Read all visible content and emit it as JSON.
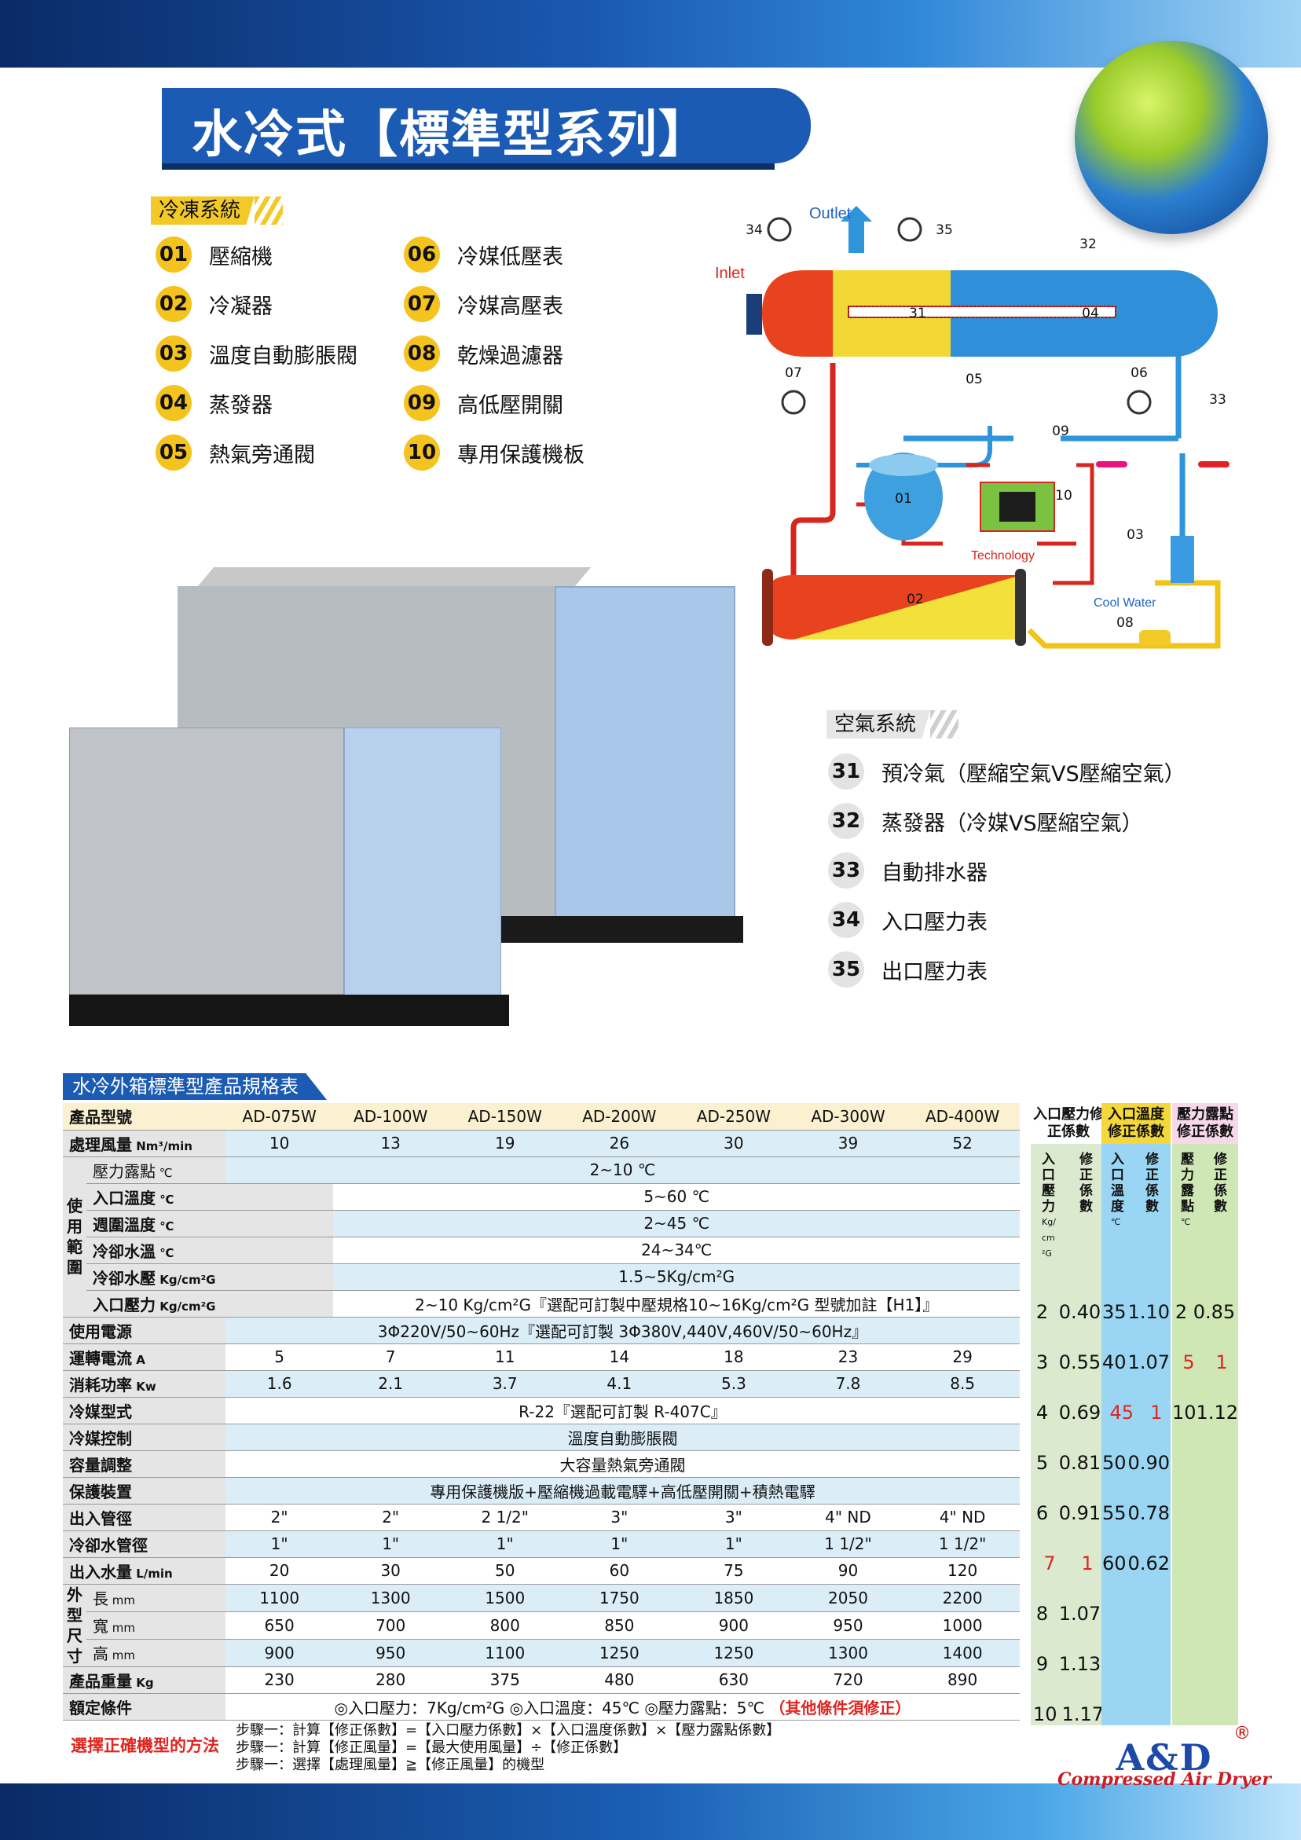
{
  "title": "水冷式【標準型系列】",
  "refrigeration_section": {
    "label": "冷凍系統",
    "items": [
      {
        "num": "01",
        "name": "壓縮機"
      },
      {
        "num": "02",
        "name": "冷凝器"
      },
      {
        "num": "03",
        "name": "溫度自動膨脹閥"
      },
      {
        "num": "04",
        "name": "蒸發器"
      },
      {
        "num": "05",
        "name": "熱氣旁通閥"
      },
      {
        "num": "06",
        "name": "冷媒低壓表"
      },
      {
        "num": "07",
        "name": "冷媒高壓表"
      },
      {
        "num": "08",
        "name": "乾燥過濾器"
      },
      {
        "num": "09",
        "name": "高低壓開關"
      },
      {
        "num": "10",
        "name": "專用保護機板"
      }
    ]
  },
  "air_section": {
    "label": "空氣系統",
    "items": [
      {
        "num": "31",
        "name": "預冷氣（壓縮空氣VS壓縮空氣）"
      },
      {
        "num": "32",
        "name": "蒸發器（冷媒VS壓縮空氣）"
      },
      {
        "num": "33",
        "name": "自動排水器"
      },
      {
        "num": "34",
        "name": "入口壓力表"
      },
      {
        "num": "35",
        "name": "出口壓力表"
      }
    ]
  },
  "diagram": {
    "outlet": "Outlet",
    "inlet": "Inlet",
    "technology": "Technology",
    "cool_water": "Cool Water",
    "labels": [
      "34",
      "35",
      "32",
      "31",
      "04",
      "07",
      "05",
      "06",
      "33",
      "09",
      "01",
      "10",
      "03",
      "02",
      "08"
    ]
  },
  "colors": {
    "title_blue": "#1c5bb3",
    "yellow": "#f4c31e",
    "table_blue": "#dbeef8",
    "header_cream": "#fbf1d0",
    "red": "#d7161e"
  },
  "table": {
    "caption": "水冷外箱標準型產品規格表",
    "model_label": "產品型號",
    "models": [
      "AD-075W",
      "AD-100W",
      "AD-150W",
      "AD-200W",
      "AD-250W",
      "AD-300W",
      "AD-400W"
    ],
    "flow_label": "處理風量",
    "flow_unit": "Nm³/min",
    "flow": [
      "10",
      "13",
      "19",
      "26",
      "30",
      "39",
      "52"
    ],
    "usage_group": "使用範圍",
    "usage": [
      {
        "label": "壓力露點",
        "unit": "℃",
        "value": "2~10 ℃"
      },
      {
        "label": "入口溫度",
        "unit": "℃",
        "value": "5~60 ℃"
      },
      {
        "label": "週圍溫度",
        "unit": "℃",
        "value": "2~45 ℃"
      },
      {
        "label": "冷卻水溫",
        "unit": "℃",
        "value": "24~34℃"
      },
      {
        "label": "冷卻水壓",
        "unit": "Kg/cm²G",
        "value": "1.5~5Kg/cm²G"
      },
      {
        "label": "入口壓力",
        "unit": "Kg/cm²G",
        "value": "2~10 Kg/cm²G『選配可訂製中壓規格10~16Kg/cm²G 型號加註【H1】』"
      }
    ],
    "power_label": "使用電源",
    "power": "3Φ220V/50~60Hz『選配可訂製 3Φ380V,440V,460V/50~60Hz』",
    "current_label": "運轉電流",
    "current_unit": "A",
    "current": [
      "5",
      "7",
      "11",
      "14",
      "18",
      "23",
      "29"
    ],
    "consumption_label": "消耗功率",
    "consumption_unit": "Kw",
    "consumption": [
      "1.6",
      "2.1",
      "3.7",
      "4.1",
      "5.3",
      "7.8",
      "8.5"
    ],
    "refrigerant_label": "冷媒型式",
    "refrigerant": "R-22『選配可訂製 R-407C』",
    "ref_control_label": "冷媒控制",
    "ref_control": "溫度自動膨脹閥",
    "capacity_label": "容量調整",
    "capacity": "大容量熱氣旁通閥",
    "protection_label": "保護裝置",
    "protection": "專用保護機版+壓縮機過載電驛+高低壓開關+積熱電驛",
    "pipe_label": "出入管徑",
    "pipe": [
      "2\"",
      "2\"",
      "2 1/2\"",
      "3\"",
      "3\"",
      "4\" ND",
      "4\" ND"
    ],
    "water_pipe_label": "冷卻水管徑",
    "water_pipe": [
      "1\"",
      "1\"",
      "1\"",
      "1\"",
      "1\"",
      "1 1/2\"",
      "1 1/2\""
    ],
    "water_flow_label": "出入水量",
    "water_flow_unit": "L/min",
    "water_flow": [
      "20",
      "30",
      "50",
      "60",
      "75",
      "90",
      "120"
    ],
    "dim_group": "外型尺寸",
    "length_label": "長",
    "width_label": "寬",
    "height_label": "高",
    "dim_unit": "mm",
    "length": [
      "1100",
      "1300",
      "1500",
      "1750",
      "1850",
      "2050",
      "2200"
    ],
    "width": [
      "650",
      "700",
      "800",
      "850",
      "900",
      "950",
      "1000"
    ],
    "height": [
      "900",
      "950",
      "1100",
      "1250",
      "1250",
      "1300",
      "1400"
    ],
    "weight_label": "產品重量",
    "weight_unit": "Kg",
    "weight": [
      "230",
      "280",
      "375",
      "480",
      "630",
      "720",
      "890"
    ],
    "rated_label": "額定條件",
    "rated": "◎入口壓力：7Kg/cm²G ◎入口溫度：45℃ ◎壓力露點：5℃",
    "rated_note": "（其他條件須修正）"
  },
  "correction": {
    "pressure": {
      "header": "入口壓力修正係數",
      "sub1": "入口壓力",
      "sub1_unit": "Kg/cm²G",
      "sub2": "修正係數",
      "rows": [
        [
          "2",
          "0.40"
        ],
        [
          "3",
          "0.55"
        ],
        [
          "4",
          "0.69"
        ],
        [
          "5",
          "0.81"
        ],
        [
          "6",
          "0.91"
        ],
        [
          "7",
          "1"
        ],
        [
          "8",
          "1.07"
        ],
        [
          "9",
          "1.13"
        ],
        [
          "10",
          "1.17"
        ]
      ]
    },
    "temperature": {
      "header": "入口溫度修正係數",
      "sub1": "入口溫度",
      "sub1_unit": "℃",
      "sub2": "修正係數",
      "rows": [
        [
          "35",
          "1.10"
        ],
        [
          "40",
          "1.07"
        ],
        [
          "45",
          "1"
        ],
        [
          "50",
          "0.90"
        ],
        [
          "55",
          "0.78"
        ],
        [
          "60",
          "0.62"
        ]
      ]
    },
    "dewpoint": {
      "header": "壓力露點修正係數",
      "sub1": "壓力露點",
      "sub1_unit": "℃",
      "sub2": "修正係數",
      "rows": [
        [
          "2",
          "0.85"
        ],
        [
          "5",
          "1"
        ],
        [
          "10",
          "1.12"
        ]
      ]
    }
  },
  "method": {
    "label": "選擇正確機型的方法",
    "steps": [
      "步驟一：計算【修正係數】=【入口壓力係數】×【入口溫度係數】×【壓力露點係數】",
      "步驟一：計算【修正風量】=【最大使用風量】÷【修正係數】",
      "步驟一：選擇【處理風量】≧【修正風量】的機型"
    ]
  },
  "brand": {
    "logo": "A&D",
    "tagline": "Compressed Air Dryer",
    "registered": "®"
  }
}
